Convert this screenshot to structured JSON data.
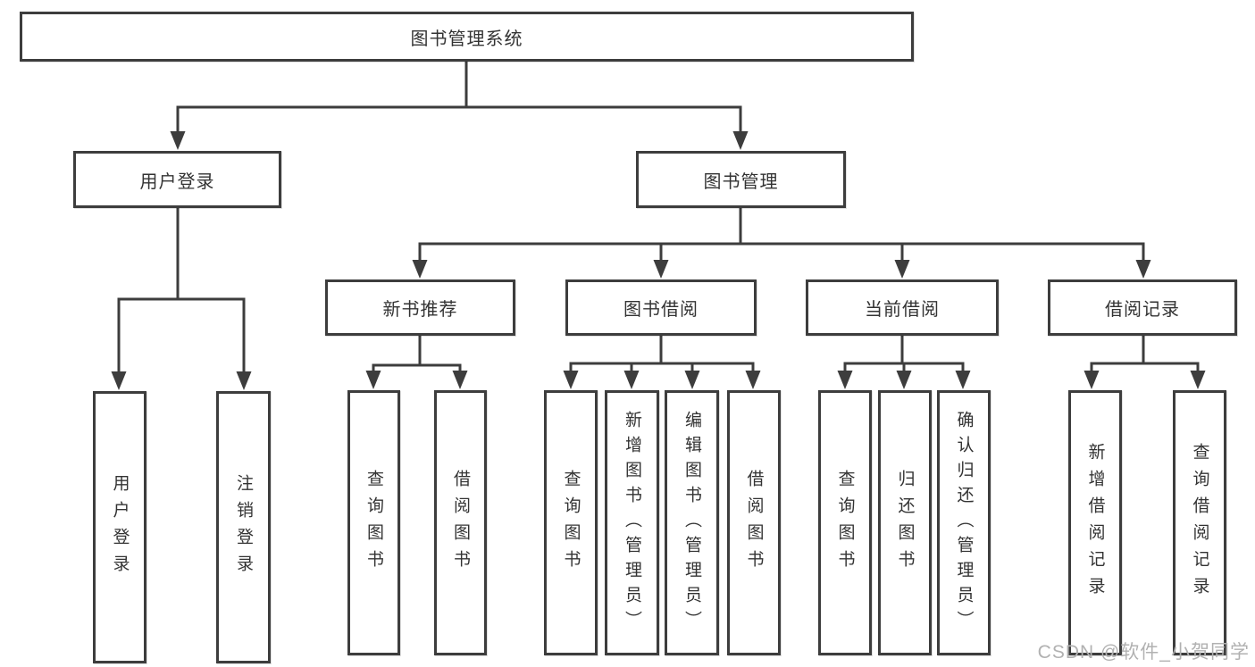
{
  "diagram_title": "图书管理系统",
  "colors": {
    "line": "#3d3d3d",
    "box_border": "#3d3d3d",
    "box_fill": "#ffffff",
    "text": "#333333",
    "watermark": "#b1b1b1",
    "background": "#ffffff"
  },
  "nodes": {
    "root": {
      "label": "图书管理系统"
    },
    "user_login": {
      "label": "用户登录"
    },
    "book_mgmt": {
      "label": "图书管理"
    },
    "new_book_rec": {
      "label": "新书推荐"
    },
    "book_borrow": {
      "label": "图书借阅"
    },
    "current_borrow": {
      "label": "当前借阅"
    },
    "borrow_records": {
      "label": "借阅记录"
    },
    "leaf_user_login": {
      "label": "用户登录"
    },
    "leaf_logout": {
      "label": "注销登录"
    },
    "leaf_query_books_rec": {
      "label": "查询图书"
    },
    "leaf_borrow_books_rec": {
      "label": "借阅图书"
    },
    "leaf_query_books_borrow": {
      "label": "查询图书"
    },
    "leaf_add_book": {
      "label": "新增图书（管理员）"
    },
    "leaf_edit_book": {
      "label": "编辑图书（管理员）"
    },
    "leaf_borrow_books_borrow": {
      "label": "借阅图书"
    },
    "leaf_query_books_current": {
      "label": "查询图书"
    },
    "leaf_return_book": {
      "label": "归还图书"
    },
    "leaf_confirm_return": {
      "label": "确认归还（管理员）"
    },
    "leaf_add_borrow_record": {
      "label": "新增借阅记录"
    },
    "leaf_query_borrow_record": {
      "label": "查询借阅记录"
    }
  },
  "hierarchy": [
    {
      "parent": "图书管理系统",
      "children": [
        "用户登录",
        "图书管理"
      ]
    },
    {
      "parent": "用户登录",
      "children": [
        "用户登录",
        "注销登录"
      ]
    },
    {
      "parent": "图书管理",
      "children": [
        "新书推荐",
        "图书借阅",
        "当前借阅",
        "借阅记录"
      ]
    },
    {
      "parent": "新书推荐",
      "children": [
        "查询图书",
        "借阅图书"
      ]
    },
    {
      "parent": "图书借阅",
      "children": [
        "查询图书",
        "新增图书（管理员）",
        "编辑图书（管理员）",
        "借阅图书"
      ]
    },
    {
      "parent": "当前借阅",
      "children": [
        "查询图书",
        "归还图书",
        "确认归还（管理员）"
      ]
    },
    {
      "parent": "借阅记录",
      "children": [
        "新增借阅记录",
        "查询借阅记录"
      ]
    }
  ],
  "watermark": {
    "text": "CSDN @软件_小贺同学"
  }
}
